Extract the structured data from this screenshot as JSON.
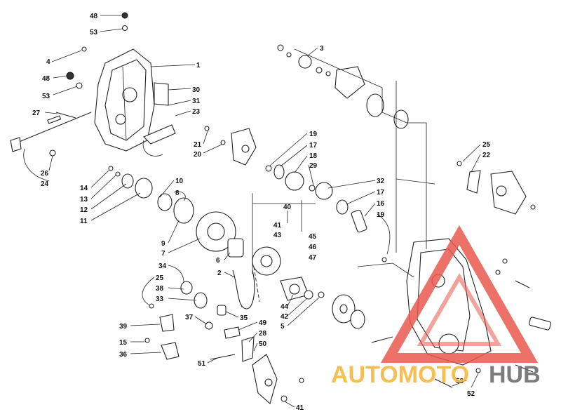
{
  "part_labels": [
    {
      "id": "l48a",
      "text": "48"
    },
    {
      "id": "l53a",
      "text": "53"
    },
    {
      "id": "l4",
      "text": "4"
    },
    {
      "id": "l1",
      "text": "1"
    },
    {
      "id": "l48b",
      "text": "48"
    },
    {
      "id": "l53b",
      "text": "53"
    },
    {
      "id": "l30",
      "text": "30"
    },
    {
      "id": "l31",
      "text": "31"
    },
    {
      "id": "l23",
      "text": "23"
    },
    {
      "id": "l27",
      "text": "27"
    },
    {
      "id": "l26",
      "text": "26"
    },
    {
      "id": "l24",
      "text": "24"
    },
    {
      "id": "l3",
      "text": "3"
    },
    {
      "id": "l21",
      "text": "21"
    },
    {
      "id": "l20",
      "text": "20"
    },
    {
      "id": "l19a",
      "text": "19"
    },
    {
      "id": "l17a",
      "text": "17"
    },
    {
      "id": "l18",
      "text": "18"
    },
    {
      "id": "l29",
      "text": "29"
    },
    {
      "id": "l25a",
      "text": "25"
    },
    {
      "id": "l22",
      "text": "22"
    },
    {
      "id": "l14",
      "text": "14"
    },
    {
      "id": "l13",
      "text": "13"
    },
    {
      "id": "l12",
      "text": "12"
    },
    {
      "id": "l11",
      "text": "11"
    },
    {
      "id": "l10",
      "text": "10"
    },
    {
      "id": "l8",
      "text": "8"
    },
    {
      "id": "l32",
      "text": "32"
    },
    {
      "id": "l17b",
      "text": "17"
    },
    {
      "id": "l16",
      "text": "16"
    },
    {
      "id": "l19b",
      "text": "19"
    },
    {
      "id": "l40",
      "text": "40"
    },
    {
      "id": "l41a",
      "text": "41"
    },
    {
      "id": "l43",
      "text": "43"
    },
    {
      "id": "l45",
      "text": "45"
    },
    {
      "id": "l46",
      "text": "46"
    },
    {
      "id": "l47",
      "text": "47"
    },
    {
      "id": "l9",
      "text": "9"
    },
    {
      "id": "l7",
      "text": "7"
    },
    {
      "id": "l6",
      "text": "6"
    },
    {
      "id": "l34",
      "text": "34"
    },
    {
      "id": "l2",
      "text": "2"
    },
    {
      "id": "l25b",
      "text": "25"
    },
    {
      "id": "l38",
      "text": "38"
    },
    {
      "id": "l33",
      "text": "33"
    },
    {
      "id": "l44",
      "text": "44"
    },
    {
      "id": "l42",
      "text": "42"
    },
    {
      "id": "l5",
      "text": "5"
    },
    {
      "id": "l35",
      "text": "35"
    },
    {
      "id": "l39",
      "text": "39"
    },
    {
      "id": "l37",
      "text": "37"
    },
    {
      "id": "l49",
      "text": "49"
    },
    {
      "id": "l28",
      "text": "28"
    },
    {
      "id": "l15",
      "text": "15"
    },
    {
      "id": "l50",
      "text": "50"
    },
    {
      "id": "l36",
      "text": "36"
    },
    {
      "id": "l51",
      "text": "51"
    },
    {
      "id": "l53c",
      "text": "53"
    },
    {
      "id": "l52",
      "text": "52"
    },
    {
      "id": "l41b",
      "text": "41"
    }
  ],
  "watermark": {
    "brand_left": "AUTOMOTO",
    "brand_right": "HUB",
    "colors": {
      "triangle": "#e8584f",
      "brand_left": "#f5b942",
      "brand_right": "#6e6e6e"
    }
  }
}
